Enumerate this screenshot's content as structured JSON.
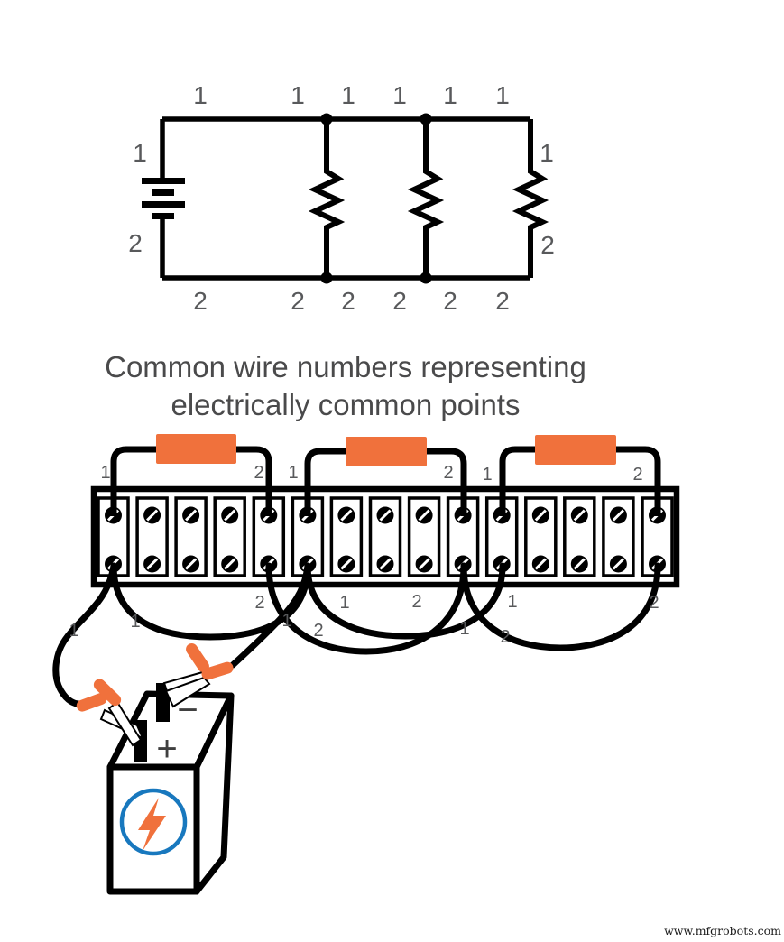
{
  "caption": {
    "line1": "Common wire numbers representing",
    "line2": "electrically common points"
  },
  "schematic": {
    "top_wire_labels": [
      "1",
      "1",
      "1",
      "1",
      "1",
      "1"
    ],
    "bottom_wire_labels": [
      "2",
      "2",
      "2",
      "2",
      "2",
      "2"
    ],
    "battery_top_label": "1",
    "battery_bottom_label": "2",
    "right_branch_top_label": "1",
    "right_branch_bottom_label": "2",
    "resistor_count": 3
  },
  "terminal_board": {
    "terminal_count": 15,
    "resistors": [
      {
        "left_label": "1",
        "right_label": "2"
      },
      {
        "left_label": "1",
        "right_label": "2"
      },
      {
        "left_label": "1",
        "right_label": "2"
      }
    ],
    "bottom_labels": [
      "1",
      "1",
      "2",
      "1",
      "2",
      "1",
      "2",
      "1",
      "2",
      "1",
      "2"
    ]
  },
  "battery": {
    "positive_label": "+",
    "negative_label": "−"
  },
  "watermark": "www.mfgrobots.com",
  "colors": {
    "wire": "#000000",
    "label_gray": "#58595b",
    "caption_gray": "#4a4a4b",
    "resistor_orange": "#f0713c",
    "clip_orange": "#f0713c",
    "bolt_orange": "#f0713c",
    "circle_blue": "#1878be",
    "background": "#ffffff",
    "sign_gray": "#3f3f3f"
  }
}
